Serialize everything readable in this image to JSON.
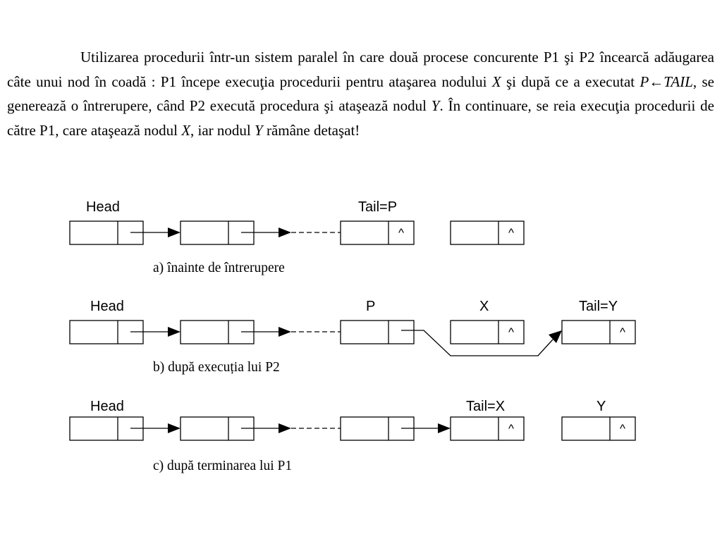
{
  "paragraph": {
    "t1": "Utilizarea procedurii într-un sistem paralel în care două procese concurente P1 şi P2 încearcă adăugarea câte unui nod în coadă : P1 începe execuţia procedurii pentru ataşarea nodului ",
    "x1": "X",
    "t2": " şi după ce a executat ",
    "expr": "P←TAIL",
    "t3": ", se generează o întrerupere, când P2 execută procedura şi ataşează nodul ",
    "y1": "Y",
    "t4": ". În continuare, se reia execuţia procedurii de către P1, care ataşează nodul ",
    "x2": "X",
    "t5": ", iar nodul ",
    "y2": "Y",
    "t6": " rămâne detaşat!"
  },
  "diagram_a": {
    "head_label": "Head",
    "tail_label": "Tail=P",
    "nil_symbol": "^",
    "caption": "a) înainte de întrerupere"
  },
  "diagram_b": {
    "head_label": "Head",
    "p_label": "P",
    "x_label": "X",
    "tail_label": "Tail=Y",
    "nil_symbol": "^",
    "caption": "b) după execuția lui P2"
  },
  "diagram_c": {
    "head_label": "Head",
    "tail_label": "Tail=X",
    "y_label": "Y",
    "nil_symbol": "^",
    "caption": "c) după terminarea lui P1"
  }
}
